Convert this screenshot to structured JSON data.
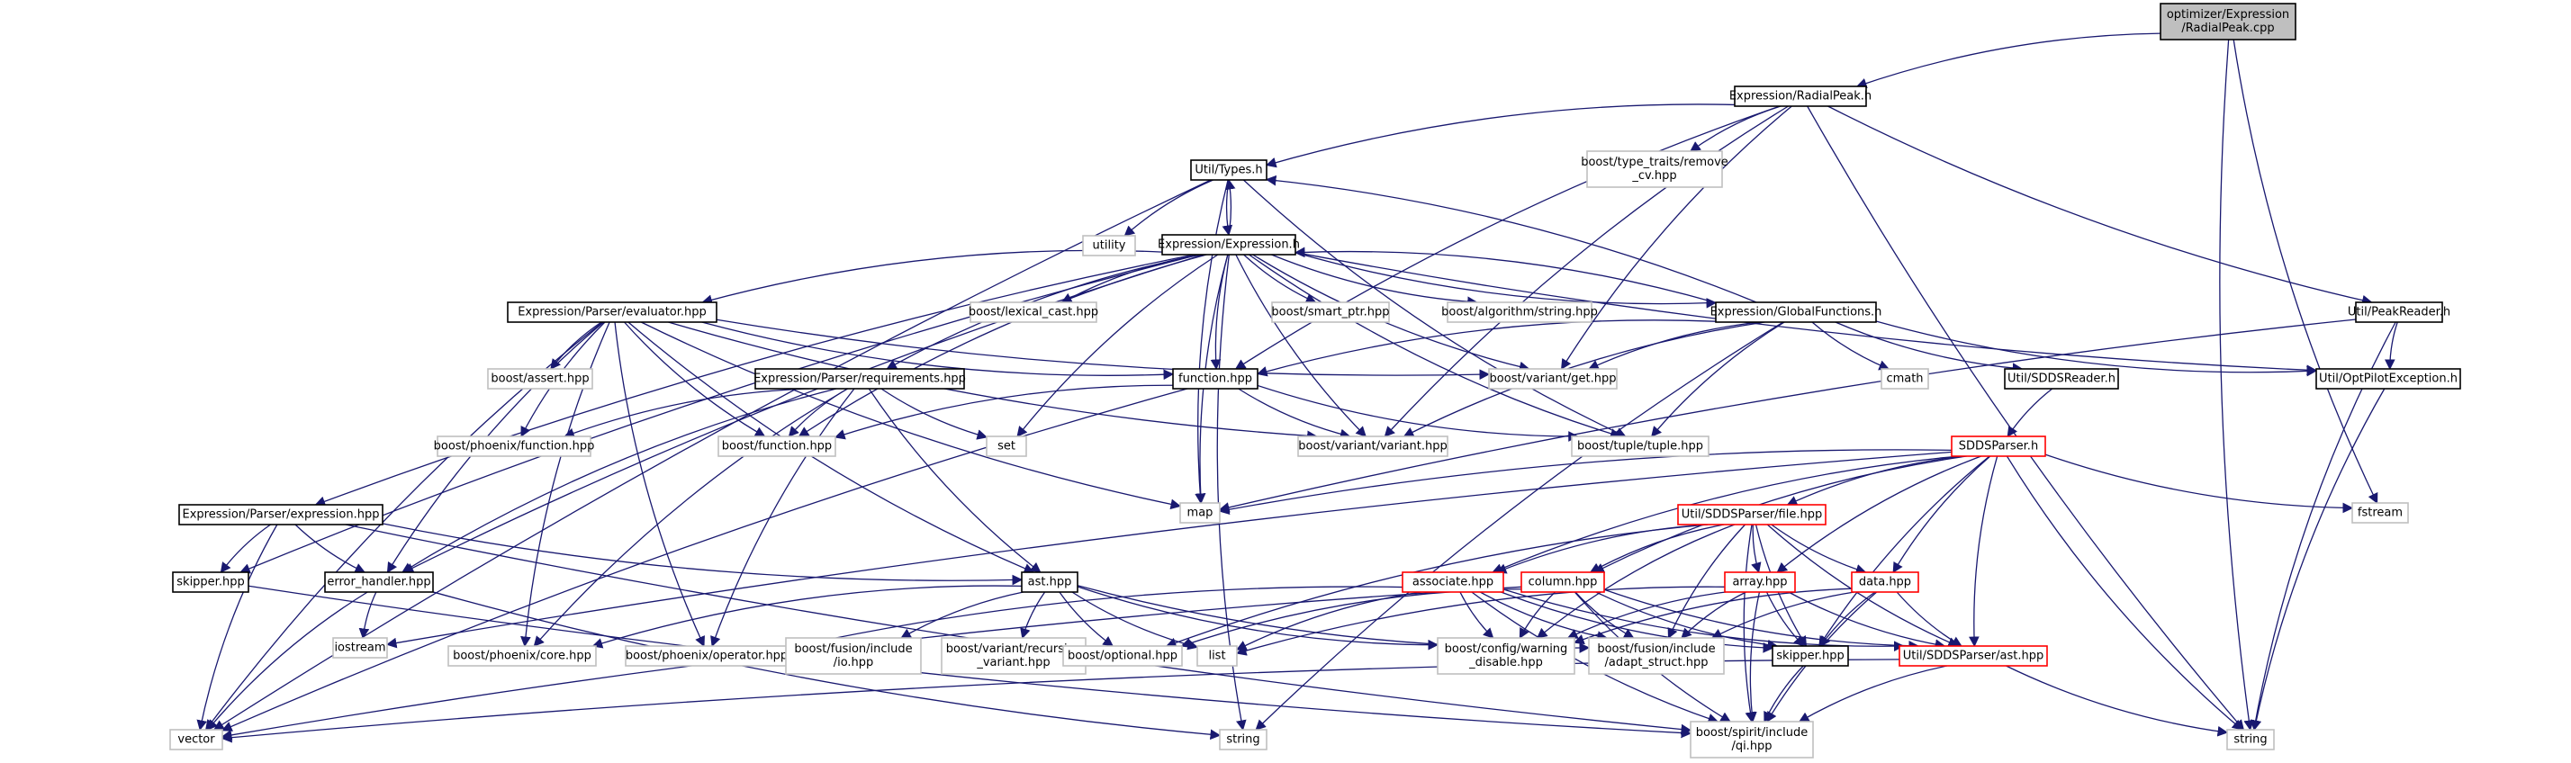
{
  "colors": {
    "edge": "#191970",
    "root_fill": "#bfbfbf",
    "node_border": "#000000",
    "node_border_red": "#ff0000",
    "node_border_gray": "#bfbfbf",
    "node_fill": "#ffffff"
  },
  "nodes": [
    {
      "id": "radialpeak_cpp",
      "lines": [
        "optimizer/Expression",
        "/RadialPeak.cpp"
      ],
      "style": "root"
    },
    {
      "id": "radialpeak_h",
      "lines": [
        "Expression/RadialPeak.h"
      ],
      "style": "normal"
    },
    {
      "id": "util_types_h",
      "lines": [
        "Util/Types.h"
      ],
      "style": "normal"
    },
    {
      "id": "remove_cv_hpp",
      "lines": [
        "boost/type_traits/remove",
        "_cv.hpp"
      ],
      "style": "gray"
    },
    {
      "id": "utility",
      "lines": [
        "utility"
      ],
      "style": "gray"
    },
    {
      "id": "expression_h",
      "lines": [
        "Expression/Expression.h"
      ],
      "style": "normal"
    },
    {
      "id": "peakreader_h",
      "lines": [
        "Util/PeakReader.h"
      ],
      "style": "normal"
    },
    {
      "id": "evaluator_hpp",
      "lines": [
        "Expression/Parser/evaluator.hpp"
      ],
      "style": "normal"
    },
    {
      "id": "lexical_cast_hpp",
      "lines": [
        "boost/lexical_cast.hpp"
      ],
      "style": "gray"
    },
    {
      "id": "smart_ptr_hpp",
      "lines": [
        "boost/smart_ptr.hpp"
      ],
      "style": "gray"
    },
    {
      "id": "algorithm_string_hpp",
      "lines": [
        "boost/algorithm/string.hpp"
      ],
      "style": "gray"
    },
    {
      "id": "globalfunctions_h",
      "lines": [
        "Expression/GlobalFunctions.h"
      ],
      "style": "normal"
    },
    {
      "id": "assert_hpp",
      "lines": [
        "boost/assert.hpp"
      ],
      "style": "gray"
    },
    {
      "id": "requirements_hpp",
      "lines": [
        "Expression/Parser/requirements.hpp"
      ],
      "style": "normal"
    },
    {
      "id": "function_hpp_local",
      "lines": [
        "function.hpp"
      ],
      "style": "normal"
    },
    {
      "id": "variant_get_hpp",
      "lines": [
        "boost/variant/get.hpp"
      ],
      "style": "gray"
    },
    {
      "id": "cmath",
      "lines": [
        "cmath"
      ],
      "style": "gray"
    },
    {
      "id": "sddsreader_h",
      "lines": [
        "Util/SDDSReader.h"
      ],
      "style": "normal"
    },
    {
      "id": "optpilotexception_h",
      "lines": [
        "Util/OptPilotException.h"
      ],
      "style": "normal"
    },
    {
      "id": "phoenix_function_hpp",
      "lines": [
        "boost/phoenix/function.hpp"
      ],
      "style": "gray"
    },
    {
      "id": "boost_function_hpp",
      "lines": [
        "boost/function.hpp"
      ],
      "style": "gray"
    },
    {
      "id": "set",
      "lines": [
        "set"
      ],
      "style": "gray"
    },
    {
      "id": "variant_hpp",
      "lines": [
        "boost/variant/variant.hpp"
      ],
      "style": "gray"
    },
    {
      "id": "tuple_hpp",
      "lines": [
        "boost/tuple/tuple.hpp"
      ],
      "style": "gray"
    },
    {
      "id": "sddsparser_h",
      "lines": [
        "SDDSParser.h"
      ],
      "style": "red"
    },
    {
      "id": "map",
      "lines": [
        "map"
      ],
      "style": "gray"
    },
    {
      "id": "fstream",
      "lines": [
        "fstream"
      ],
      "style": "gray"
    },
    {
      "id": "expression_hpp",
      "lines": [
        "Expression/Parser/expression.hpp"
      ],
      "style": "normal"
    },
    {
      "id": "sddsparserfile_hpp",
      "lines": [
        "Util/SDDSParser/file.hpp"
      ],
      "style": "red"
    },
    {
      "id": "skipper_hpp_left",
      "lines": [
        "skipper.hpp"
      ],
      "style": "normal"
    },
    {
      "id": "error_handler_hpp",
      "lines": [
        "error_handler.hpp"
      ],
      "style": "normal"
    },
    {
      "id": "ast_hpp",
      "lines": [
        "ast.hpp"
      ],
      "style": "normal"
    },
    {
      "id": "associate_hpp",
      "lines": [
        "associate.hpp"
      ],
      "style": "red"
    },
    {
      "id": "column_hpp",
      "lines": [
        "column.hpp"
      ],
      "style": "red"
    },
    {
      "id": "array_hpp",
      "lines": [
        "array.hpp"
      ],
      "style": "red"
    },
    {
      "id": "data_hpp",
      "lines": [
        "data.hpp"
      ],
      "style": "red"
    },
    {
      "id": "iostream",
      "lines": [
        "iostream"
      ],
      "style": "gray"
    },
    {
      "id": "phoenix_core_hpp",
      "lines": [
        "boost/phoenix/core.hpp"
      ],
      "style": "gray"
    },
    {
      "id": "phoenix_operator_hpp",
      "lines": [
        "boost/phoenix/operator.hpp"
      ],
      "style": "gray"
    },
    {
      "id": "fusion_io_hpp",
      "lines": [
        "boost/fusion/include",
        "/io.hpp"
      ],
      "style": "gray"
    },
    {
      "id": "recursive_variant_hpp",
      "lines": [
        "boost/variant/recursive",
        "_variant.hpp"
      ],
      "style": "gray"
    },
    {
      "id": "optional_hpp",
      "lines": [
        "boost/optional.hpp"
      ],
      "style": "gray"
    },
    {
      "id": "list",
      "lines": [
        "list"
      ],
      "style": "gray"
    },
    {
      "id": "warning_disable_hpp",
      "lines": [
        "boost/config/warning",
        "_disable.hpp"
      ],
      "style": "gray"
    },
    {
      "id": "adapt_struct_hpp",
      "lines": [
        "boost/fusion/include",
        "/adapt_struct.hpp"
      ],
      "style": "gray"
    },
    {
      "id": "skipper_hpp_right",
      "lines": [
        "skipper.hpp"
      ],
      "style": "normal"
    },
    {
      "id": "sddsparser_ast_hpp",
      "lines": [
        "Util/SDDSParser/ast.hpp"
      ],
      "style": "red"
    },
    {
      "id": "vector",
      "lines": [
        "vector"
      ],
      "style": "gray"
    },
    {
      "id": "spirit_qi_hpp",
      "lines": [
        "boost/spirit/include",
        "/qi.hpp"
      ],
      "style": "gray"
    },
    {
      "id": "string_mid",
      "lines": [
        "string"
      ],
      "style": "gray"
    },
    {
      "id": "string_right",
      "lines": [
        "string"
      ],
      "style": "gray"
    }
  ]
}
